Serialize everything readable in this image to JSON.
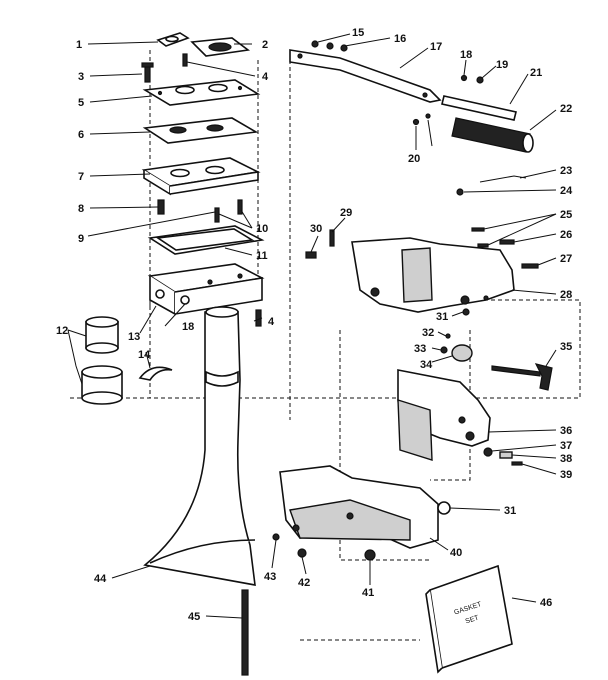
{
  "diagram": {
    "part_numbers": [
      "1",
      "2",
      "3",
      "4",
      "5",
      "6",
      "7",
      "8",
      "9",
      "10",
      "11",
      "12",
      "13",
      "14",
      "15",
      "16",
      "17",
      "18",
      "19",
      "20",
      "21",
      "22",
      "23",
      "24",
      "25",
      "26",
      "27",
      "28",
      "29",
      "30",
      "31",
      "32",
      "33",
      "34",
      "35",
      "36",
      "37",
      "38",
      "39",
      "40",
      "41",
      "42",
      "43",
      "44",
      "45",
      "46"
    ],
    "repeated_labels": {
      "part_4_second": "4",
      "part_18_second": "18",
      "part_31_second": "31"
    },
    "gasket_set_label_line1": "GASKET",
    "gasket_set_label_line2": "SET"
  }
}
